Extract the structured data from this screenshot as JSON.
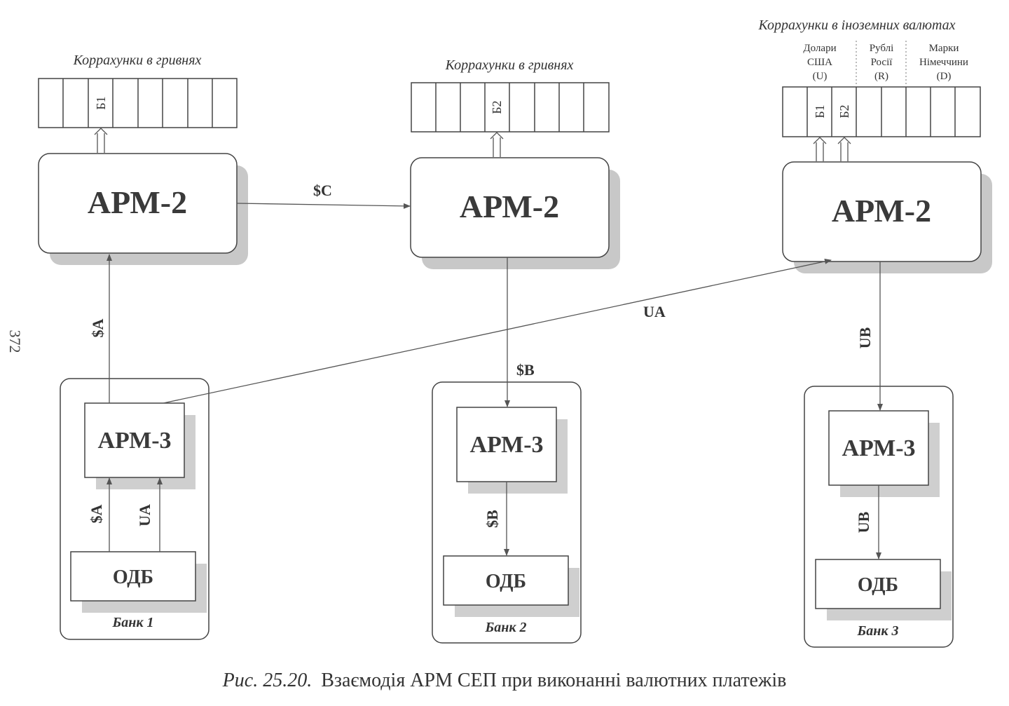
{
  "page_number": "372",
  "caption": {
    "prefix": "Рис. 25.20.",
    "text": "Взаємодія АРМ СЕП при виконанні валютних платежів"
  },
  "accounts": {
    "uah_1": "Коррахунки в гривнях",
    "uah_2": "Коррахунки в гривнях",
    "fx": "Коррахунки в іноземних валютах",
    "usd_line1": "Долари",
    "usd_line2": "США",
    "usd_code": "(U)",
    "rub_line1": "Рублі",
    "rub_line2": "Росії",
    "rub_code": "(R)",
    "dem_line1": "Марки",
    "dem_line2": "Німеччини",
    "dem_code": "(D)",
    "cell_b1": "Б1",
    "cell_b2": "Б2"
  },
  "nodes": {
    "arm2_1": "АРМ-2",
    "arm2_2": "АРМ-2",
    "arm2_3": "АРМ-2",
    "arm3_1": "АРМ-3",
    "arm3_2": "АРМ-3",
    "arm3_3": "АРМ-3",
    "odb_1": "ОДБ",
    "odb_2": "ОДБ",
    "odb_3": "ОДБ"
  },
  "banks": {
    "bank_1": "Банк 1",
    "bank_2": "Банк 2",
    "bank_3": "Банк 3"
  },
  "edges": {
    "sc": "$C",
    "sa_up": "$A",
    "ua_diag": "UA",
    "sb_down": "$B",
    "ub_down": "UB",
    "sa_inner": "$A",
    "ua_inner": "UA",
    "sb_inner": "$B",
    "ub_inner": "UB"
  }
}
